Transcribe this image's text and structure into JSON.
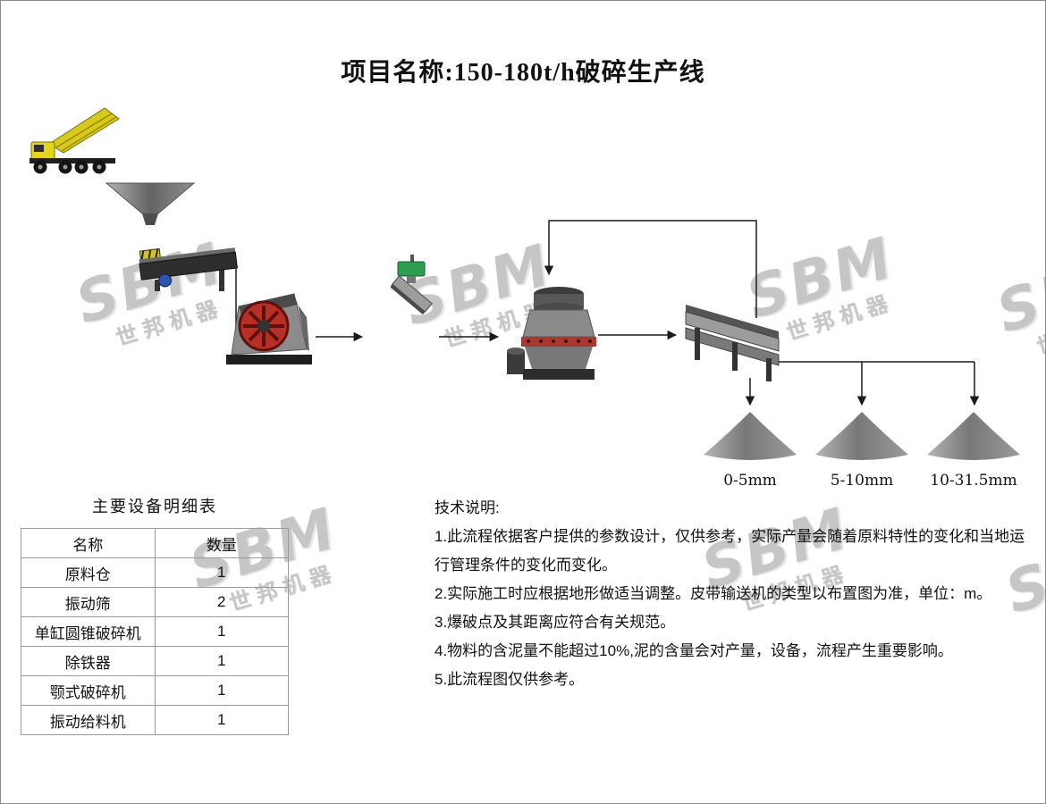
{
  "page": {
    "title": "项目名称:150-180t/h破碎生产线"
  },
  "watermark": {
    "line1": "SBM",
    "line2": "世邦机器"
  },
  "diagram": {
    "pile_labels": [
      "0-5mm",
      "5-10mm",
      "10-31.5mm"
    ]
  },
  "equipment_table": {
    "title": "主要设备明细表",
    "headers": [
      "名称",
      "数量"
    ],
    "rows": [
      [
        "原料仓",
        "1"
      ],
      [
        "振动筛",
        "2"
      ],
      [
        "单缸圆锥破碎机",
        "1"
      ],
      [
        "除铁器",
        "1"
      ],
      [
        "颚式破碎机",
        "1"
      ],
      [
        "振动给料机",
        "1"
      ]
    ]
  },
  "notes": {
    "title": "技术说明:",
    "items": [
      "1.此流程依据客户提供的参数设计，仅供参考，实际产量会随着原料特性的变化和当地运行管理条件的变化而变化。",
      "2.实际施工时应根据地形做适当调整。皮带输送机的类型以布置图为准，单位：m。",
      "3.爆破点及其距离应符合有关规范。",
      "4.物料的含泥量不能超过10%,泥的含量会对产量，设备，流程产生重要影响。",
      "5.此流程图仅供参考。"
    ]
  }
}
